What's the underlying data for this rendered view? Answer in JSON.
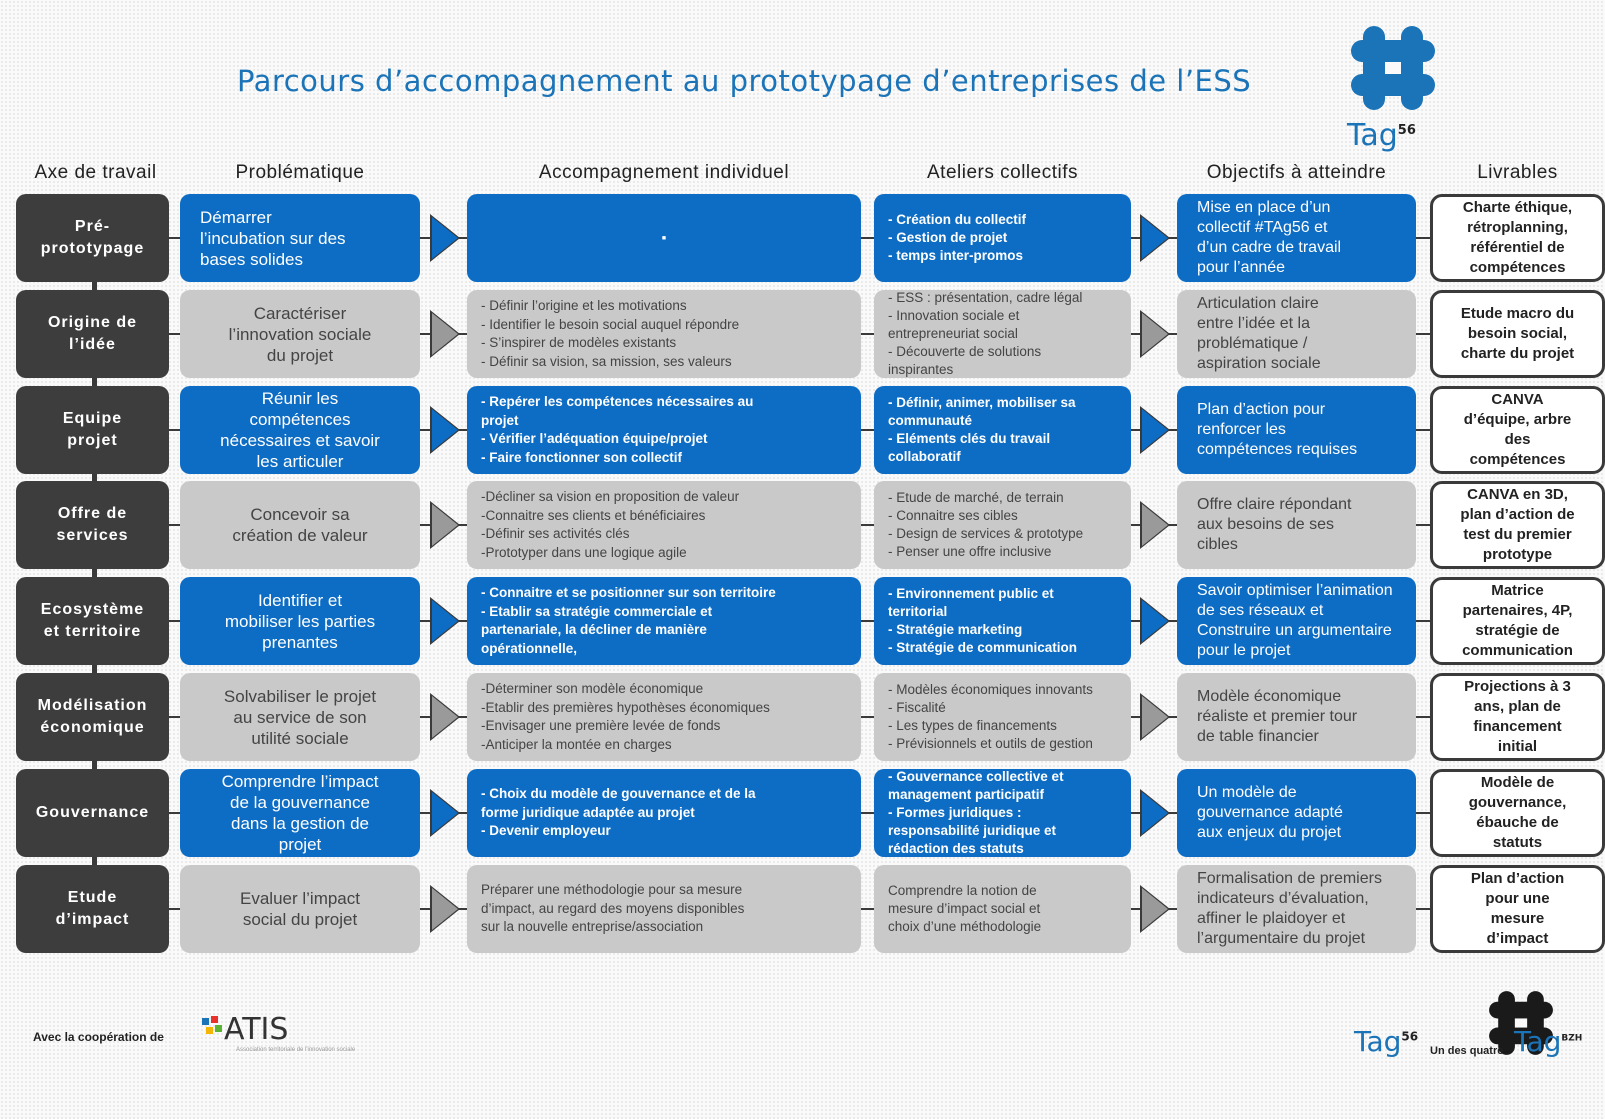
{
  "title": "Parcours d’accompagnement au prototypage d’entreprises de l’ESS",
  "logo_top": {
    "icon": "hashtag-icon",
    "name": "Tag",
    "sup": "56",
    "color": "#1b74b8"
  },
  "headers": [
    "Axe de travail",
    "Problématique",
    "Accompagnement individuel",
    "Ateliers collectifs",
    "Objectifs à atteindre",
    "Livrables"
  ],
  "colors": {
    "blue": "#0d6cc4",
    "grey": "#c9c9c9",
    "dark": "#3d3d3d"
  },
  "rows": [
    {
      "axe": "Pré-\nprototypage",
      "style": "blue",
      "prob": "Démarrer\nl’incubation sur des\nbases solides",
      "indiv": "▪",
      "atel": "- Création du collectif\n- Gestion de projet\n- temps inter-promos",
      "obj": "Mise en place d’un\ncollectif #TAg56 et\nd’un cadre de travail\npour l’année",
      "liv": "Charte éthique,\nrétroplanning,\nréférentiel de\ncompétences"
    },
    {
      "axe": "Origine de\nl’idée",
      "style": "grey",
      "prob": "Caractériser\nl’innovation sociale\ndu projet",
      "indiv": "- Définir l’origine et les motivations\n- Identifier le besoin social auquel répondre\n- S’inspirer de modèles existants\n- Définir sa vision, sa mission, ses valeurs",
      "atel": "- ESS : présentation, cadre légal\n- Innovation sociale et\n  entrepreneuriat social\n- Découverte de solutions\n  inspirantes",
      "obj": "Articulation claire\nentre l’idée et la\nproblématique /\naspiration sociale",
      "liv": "Etude macro du\nbesoin social,\ncharte du projet"
    },
    {
      "axe": "Equipe\nprojet",
      "style": "blue",
      "prob": "Réunir les\ncompétences\nnécessaires et savoir\nles articuler",
      "indiv": "- Repérer les compétences nécessaires au\n  projet\n- Vérifier l’adéquation équipe/projet\n- Faire fonctionner son collectif",
      "atel": "- Définir, animer, mobiliser sa\n  communauté\n- Eléments clés du travail\n  collaboratif",
      "obj": "Plan d’action pour\nrenforcer les\ncompétences requises",
      "liv": "CANVA\nd’équipe, arbre\ndes\ncompétences"
    },
    {
      "axe": "Offre de\nservices",
      "style": "grey",
      "prob": "Concevoir sa\ncréation de valeur",
      "indiv": "-Décliner sa vision en proposition de valeur\n-Connaitre ses clients et bénéficiaires\n-Définir ses activités clés\n-Prototyper dans une logique agile",
      "atel": "- Etude de marché, de terrain\n- Connaitre ses cibles\n- Design de services & prototype\n- Penser une offre inclusive",
      "obj": "Offre claire répondant\naux besoins de ses\ncibles",
      "liv": "CANVA en 3D,\nplan d’action de\ntest du premier\nprototype"
    },
    {
      "axe": "Ecosystème\net territoire",
      "style": "blue",
      "prob": "Identifier et\nmobiliser les parties\nprenantes",
      "indiv": "- Connaitre et se positionner sur son territoire\n- Etablir sa stratégie commerciale et\n  partenariale, la décliner de manière\n  opérationnelle,",
      "atel": "- Environnement public et\n  territorial\n- Stratégie marketing\n- Stratégie de communication",
      "obj": "Savoir optimiser l’animation\nde ses réseaux et\nConstruire un argumentaire\npour le projet",
      "liv": "Matrice\npartenaires, 4P,\nstratégie de\ncommunication"
    },
    {
      "axe": "Modélisation\néconomique",
      "style": "grey",
      "prob": "Solvabiliser le projet\nau service de son\nutilité sociale",
      "indiv": "-Déterminer son modèle économique\n-Etablir des premières hypothèses économiques\n-Envisager une première levée de fonds\n-Anticiper la montée en charges",
      "atel": "- Modèles économiques innovants\n- Fiscalité\n- Les types de financements\n- Prévisionnels et outils de gestion",
      "obj": "Modèle économique\nréaliste et premier tour\nde table financier",
      "liv": "Projections à 3\nans, plan de\nfinancement\ninitial"
    },
    {
      "axe": "Gouvernance",
      "style": "blue",
      "prob": "Comprendre l’impact\nde la gouvernance\ndans la gestion de\nprojet",
      "indiv": "- Choix du modèle de gouvernance et de la\n  forme juridique adaptée au projet\n- Devenir employeur",
      "atel": "- Gouvernance collective et\n  management participatif\n- Formes juridiques :\n  responsabilité juridique et\n  rédaction des statuts",
      "obj": "Un modèle de\ngouvernance adapté\naux enjeux du projet",
      "liv": "Modèle de\ngouvernance,\nébauche de\nstatuts"
    },
    {
      "axe": "Etude\nd’impact",
      "style": "grey",
      "prob": "Evaluer l’impact\nsocial du projet",
      "indiv": "Préparer une méthodologie pour sa mesure\nd’impact, au regard des moyens disponibles\nsur la nouvelle entreprise/association",
      "atel": "Comprendre la notion de\nmesure d’impact social et\nchoix d’une méthodologie",
      "obj": "Formalisation de premiers\nindicateurs d’évaluation,\naffiner le plaidoyer et\nl’argumentaire du projet",
      "liv": "Plan d’action\npour une\nmesure\nd’impact"
    }
  ],
  "footer": {
    "cooperation": "Avec la coopération de",
    "partner": "ATIS",
    "partner_sub": "Association territoriale de l'innovation sociale",
    "tag_left": "Tag",
    "tag_left_sup": "56",
    "tagline": "Un des quatre",
    "tag_right": "Tag",
    "tag_right_sup": "BZH"
  }
}
